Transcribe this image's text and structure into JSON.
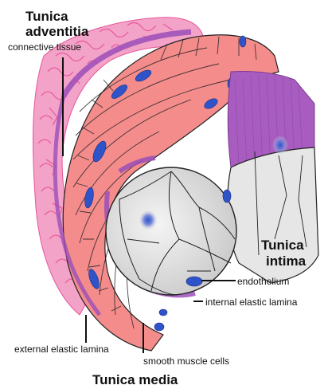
{
  "labels": {
    "tunica_adventitia_line1": "Tunica",
    "tunica_adventitia_line2": "adventitia",
    "connective_tissue": "connective tissue",
    "tunica_intima_line1": "Tunica",
    "tunica_intima_line2": "intima",
    "endothelium": "endothelium",
    "internal_elastic_lamina": "internal elastic lamina",
    "external_elastic_lamina": "external elastic lamina",
    "smooth_muscle_cells": "smooth muscle cells",
    "tunica_media": "Tunica media"
  },
  "colors": {
    "adventitia": "#e8559a",
    "adventitia_light": "#f3a3c8",
    "media": "#f58c8c",
    "media_dark": "#e06b6b",
    "elastic_lamina": "#9b4fb8",
    "intima_band": "#a85cc0",
    "endothelium_cell": "#e6e6e6",
    "nucleus": "#2f53c8",
    "outline": "#222222",
    "leader_line": "#111111"
  }
}
